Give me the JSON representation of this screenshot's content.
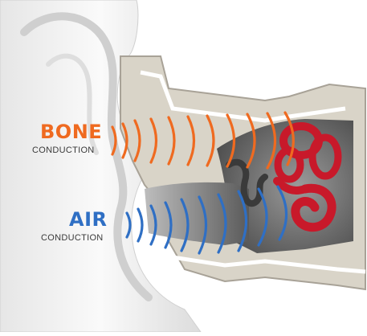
{
  "labels": {
    "bone_title": "BONE",
    "bone_sub": "CONDUCTION",
    "air_title": "AIR",
    "air_sub": "CONDUCTION"
  },
  "colors": {
    "bone": "#ef6a20",
    "air": "#2f6fc4",
    "text_dark": "#3a3a3a",
    "tissue": "#d9d4c8",
    "skin": "#f2f2f2",
    "inner_ear": "#c8192a"
  },
  "icons": {
    "ear": "ear-illustration",
    "inner_ear": "cochlea-illustration"
  }
}
